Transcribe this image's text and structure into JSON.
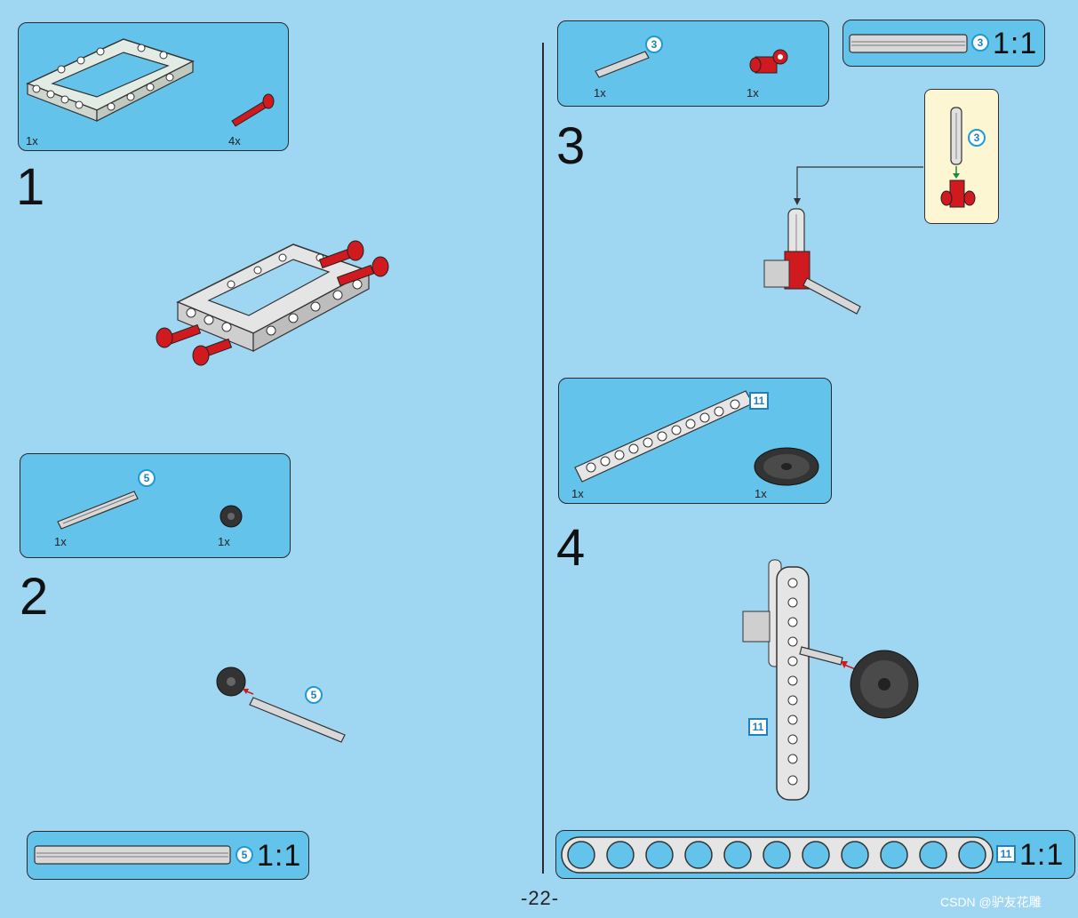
{
  "page_number": "-22-",
  "watermark": "CSDN @驴友花雕",
  "step1": {
    "number": "1",
    "parts": [
      {
        "qty": "1x"
      },
      {
        "qty": "4x"
      }
    ]
  },
  "step2": {
    "number": "2",
    "parts": [
      {
        "qty": "1x",
        "badge": "5"
      },
      {
        "qty": "1x"
      }
    ],
    "callout_badge": "5",
    "scale_badge": "5",
    "scale_label": "1:1"
  },
  "step3": {
    "number": "3",
    "parts": [
      {
        "qty": "1x",
        "badge": "3"
      },
      {
        "qty": "1x"
      }
    ],
    "scale_badge": "3",
    "scale_label": "1:1",
    "subassembly_badge": "3"
  },
  "step4": {
    "number": "4",
    "parts": [
      {
        "qty": "1x",
        "badge": "11"
      },
      {
        "qty": "1x"
      }
    ],
    "callout_badge": "11",
    "scale_badge": "11",
    "scale_label": "1:1"
  },
  "colors": {
    "page_bg": "#9fd6f2",
    "box_bg": "#63c3ea",
    "part_red": "#d01a20",
    "part_grey": "#d8d8d8",
    "gear_dark": "#333333",
    "badge_blue": "#1f7fc0",
    "subassembly_bg": "#fdf6d2"
  }
}
